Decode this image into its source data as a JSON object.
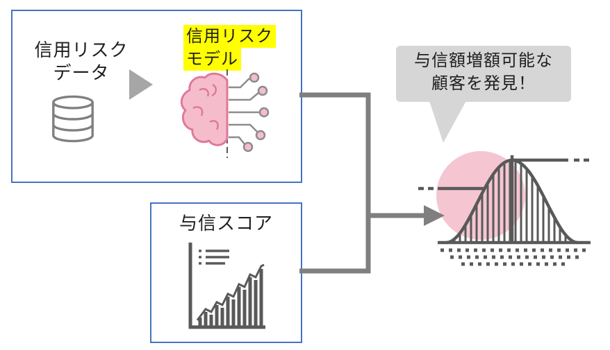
{
  "pipeline_panel": {
    "data_source": {
      "line1": "信用リスク",
      "line2": "データ",
      "icon": "database-icon"
    },
    "flow_arrow_icon": "right-arrow-triangle",
    "model": {
      "line1": "信用リスク",
      "line2": "モデル",
      "icon": "ai-brain-icon",
      "highlight_color": "#FFFF00"
    }
  },
  "score_panel": {
    "label": "与信スコア",
    "icon": "growth-chart-icon"
  },
  "callout": {
    "line1": "与信額増額可能な",
    "line2": "顧客を発見！"
  },
  "result": {
    "icon": "normal-distribution-icon",
    "highlight_icon": "pink-circle-highlight"
  },
  "colors": {
    "panel_border": "#4472C4",
    "connector": "#7F7F7F",
    "flow_arrow": "#A6A6A6",
    "highlight_yellow": "#FFFF00",
    "callout_bg": "#D6D6D6",
    "pink_highlight": "#F5C6D2",
    "icon_dark": "#595959",
    "icon_gray": "#808080",
    "brain_fill": "#F5BDCB",
    "brain_stroke": "#E0789A"
  }
}
